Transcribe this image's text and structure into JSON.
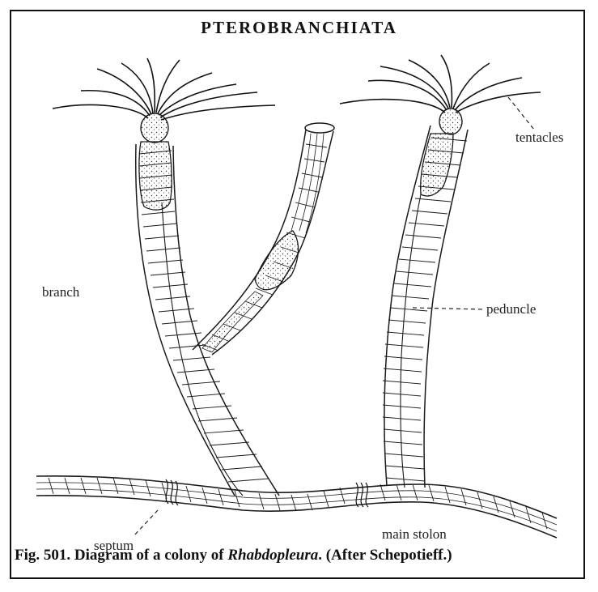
{
  "header": "PTEROBRANCHIATA",
  "labels": {
    "tentacles": "tentacles",
    "branch": "branch",
    "peduncle": "peduncle",
    "septum": "septum",
    "main_stolon": "main stolon"
  },
  "caption": {
    "prefix": "Fig. 501.  Diagram of a colony of ",
    "genus": "Rhabdopleura",
    "suffix": ".  (After Schepotieff.)"
  },
  "colors": {
    "ink": "#1a1a1a",
    "paper": "#ffffff"
  }
}
